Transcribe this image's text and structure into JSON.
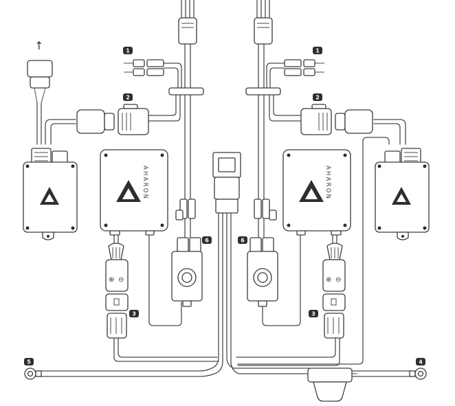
{
  "brand": "AHARON",
  "callouts": {
    "left_1": "1",
    "right_1": "1",
    "left_2": "2",
    "right_2": "2",
    "left_3": "3",
    "right_3": "3",
    "right_4": "4",
    "left_5": "5",
    "left_6": "6",
    "right_6": "6"
  },
  "polarity": {
    "positive": "⊕",
    "negative": "⊖"
  },
  "arrow": "↑",
  "colors": {
    "line": "#4a4a4a",
    "badge": "#2e2e2e",
    "background": "#ffffff"
  }
}
